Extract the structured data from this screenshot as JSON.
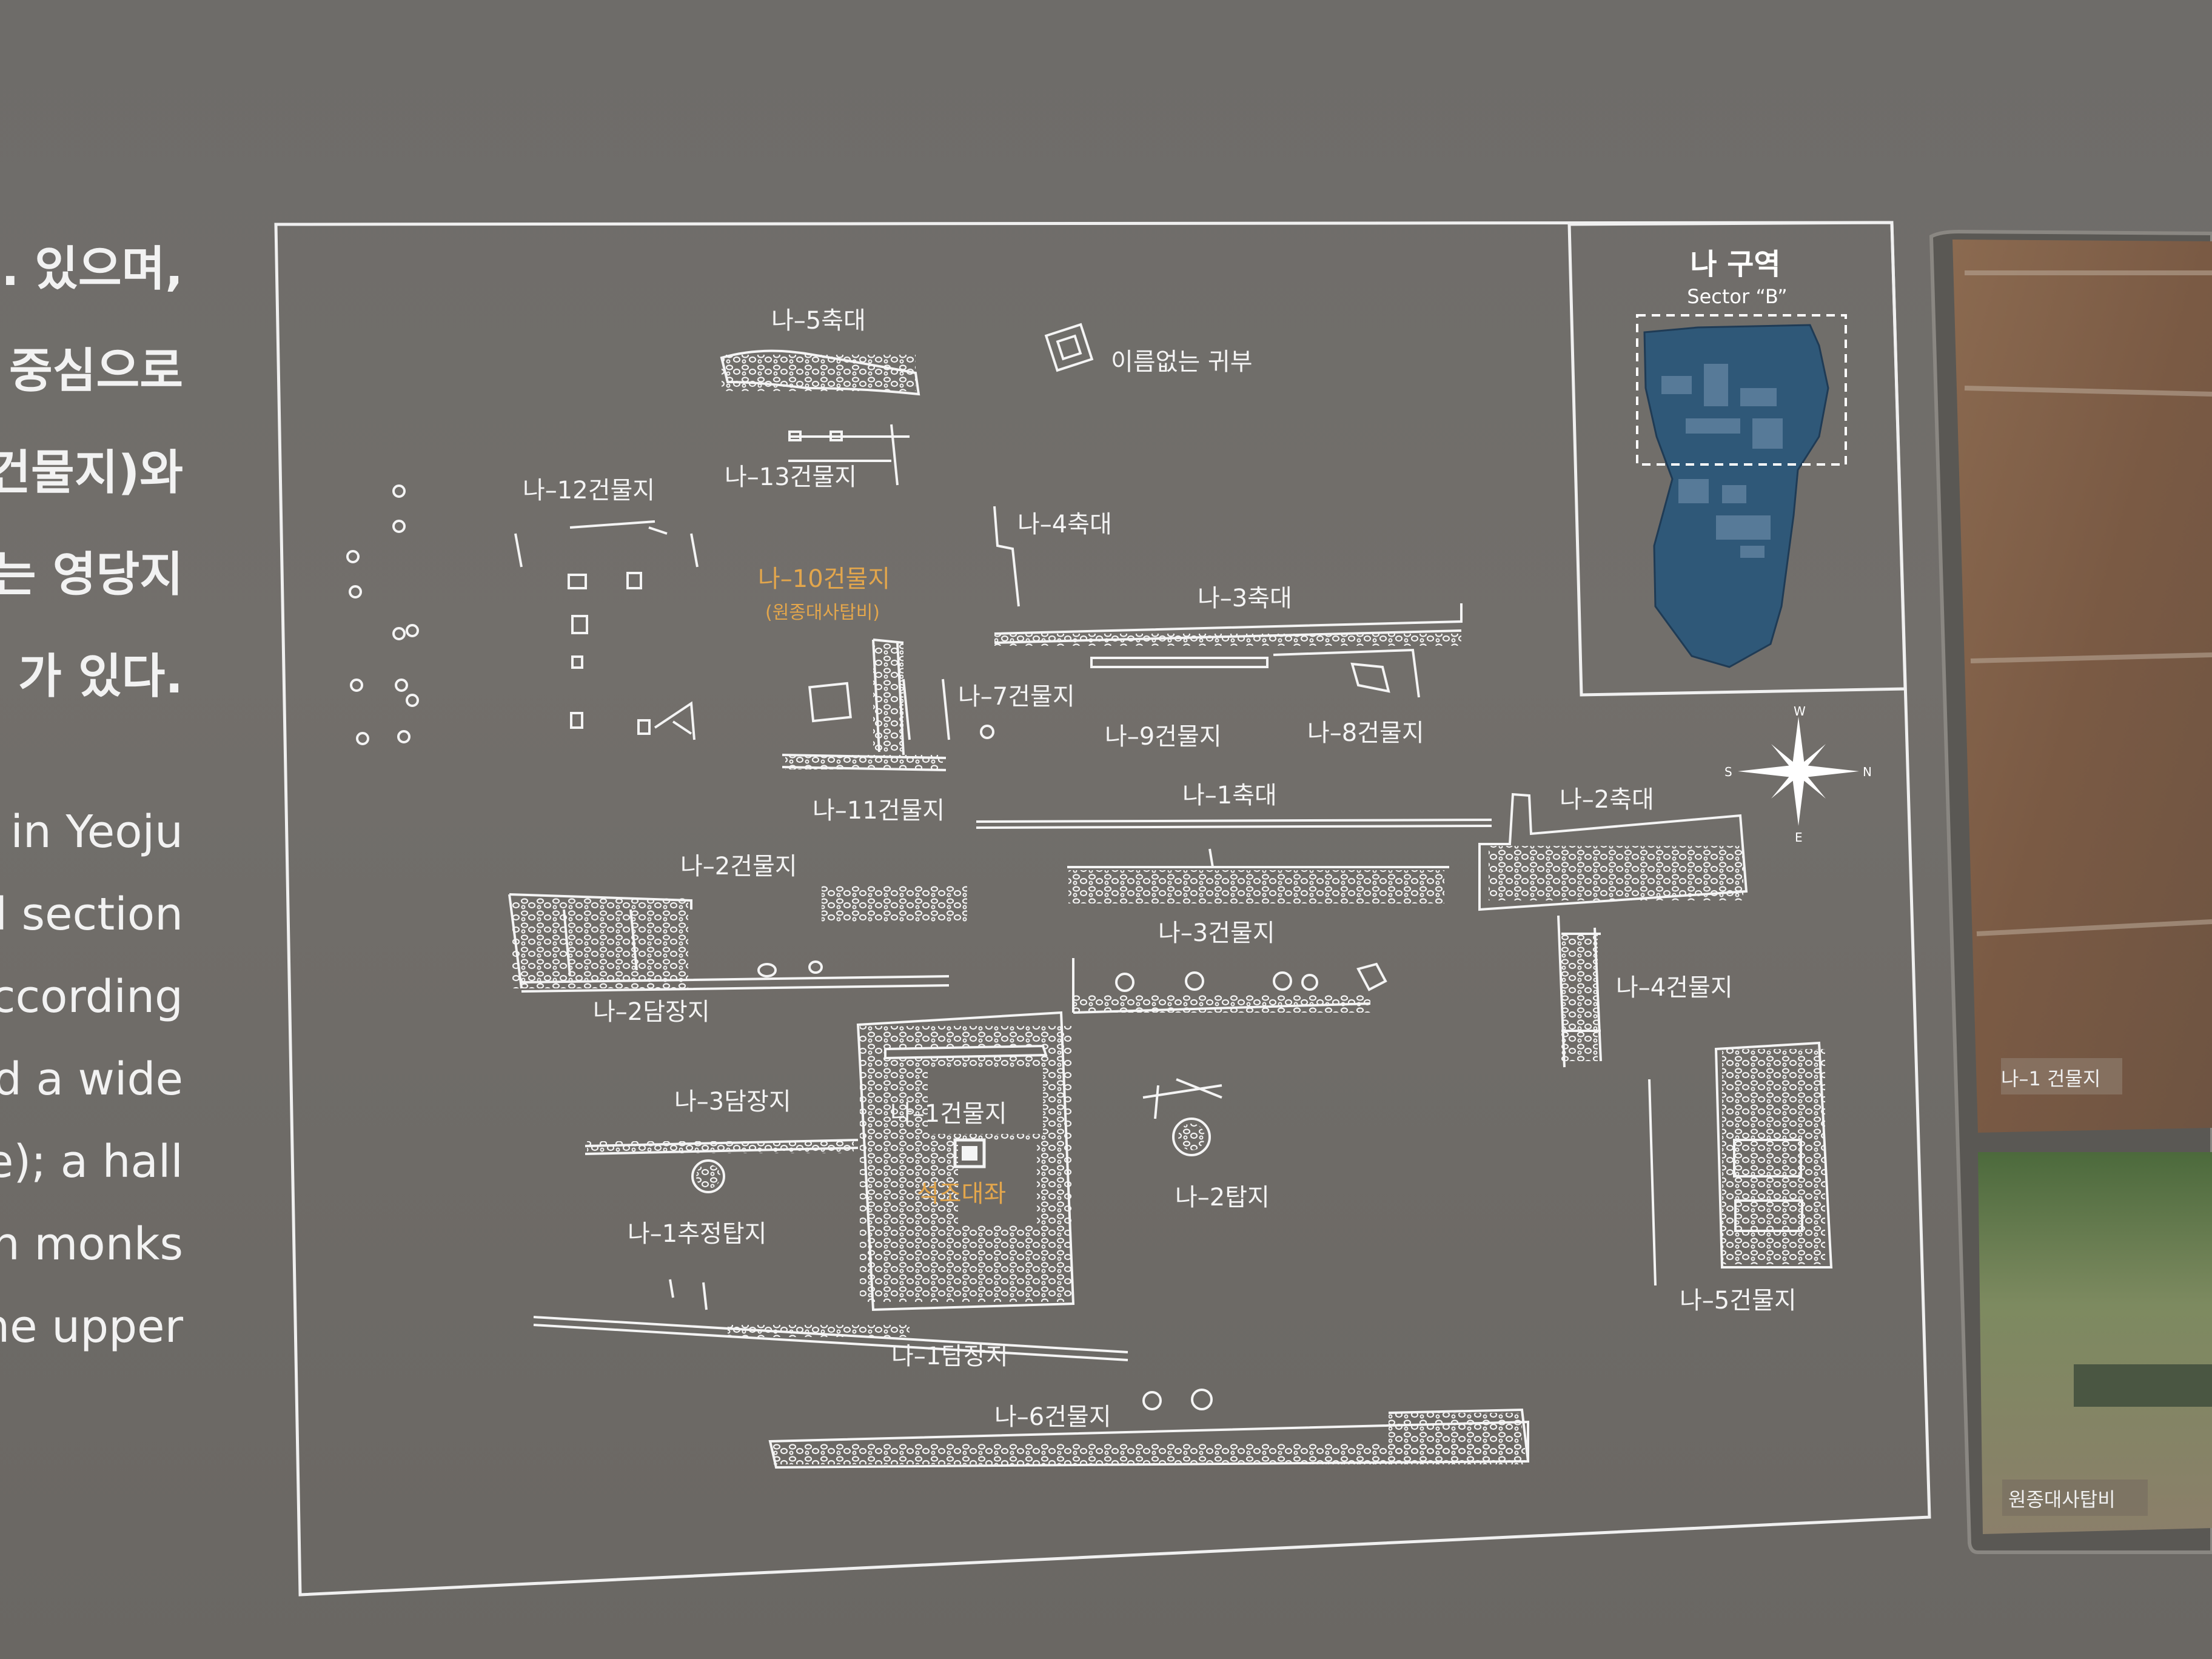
{
  "left_text_korean": [
    "… 있으며,",
    "중심으로",
    "건물지)와",
    "는 영당지",
    "가 있다."
  ],
  "left_text_english": [
    "in Yeoju",
    "d section",
    "ccording",
    "d a wide",
    "e); a hall",
    "gh monks",
    "he upper"
  ],
  "inset": {
    "title": "나 구역",
    "subtitle": "Sector “B”"
  },
  "compass": {
    "north": "N",
    "south": "S",
    "east": "E",
    "west": "W"
  },
  "labels": {
    "na5_terrace": "나–5축대",
    "nameless_turtle": "이름없는 귀부",
    "na12_building": "나–12건물지",
    "na13_building": "나–13건물지",
    "na4_terrace": "나–4축대",
    "na10_building": "나–10건물지",
    "wonjong_stele_sub": "(원종대사탑비)",
    "na3_terrace": "나–3축대",
    "na7_building": "나–7건물지",
    "na9_building": "나–9건물지",
    "na8_building": "나–8건물지",
    "na11_building": "나–11건물지",
    "na1_terrace": "나–1축대",
    "na2_terrace": "나–2축대",
    "na2_building": "나–2건물지",
    "na3_building": "나–3건물지",
    "na2_wall": "나–2담장지",
    "na4_building": "나–4건물지",
    "na3_wall": "나–3담장지",
    "na1_building": "나–1건물지",
    "stone_pedestal": "석조대좌",
    "na2_pagoda": "나–2탑지",
    "na1_stupa": "나–1추정탑지",
    "na5_building": "나–5건물지",
    "na1_wall": "나–1담장지",
    "na6_building": "나–6건물지"
  },
  "photos": {
    "top_caption": "나–1 건물지",
    "bottom_caption": "원종대사탑비"
  },
  "colors": {
    "board": "#6d6a66",
    "line": "#f4f4f4",
    "highlight": "#e3a64c",
    "inset_blue": "#2f5878"
  }
}
